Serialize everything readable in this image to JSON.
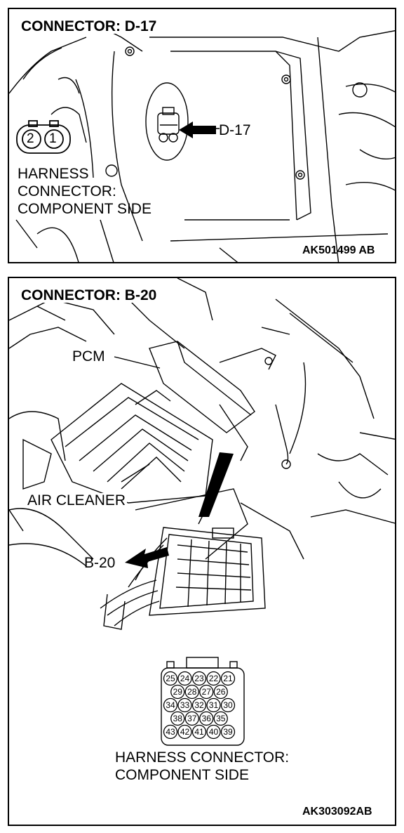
{
  "panel1": {
    "title": "CONNECTOR: D-17",
    "callout": "D-17",
    "pins": [
      "2",
      "1"
    ],
    "harness_lines": [
      "HARNESS",
      "CONNECTOR:",
      "COMPONENT SIDE"
    ],
    "code": "AK501499 AB"
  },
  "panel2": {
    "title": "CONNECTOR: B-20",
    "pcm": "PCM",
    "air_cleaner": "AIR CLEANER",
    "callout": "B-20",
    "pin_rows": [
      [
        "25",
        "24",
        "23",
        "22",
        "21"
      ],
      [
        "29",
        "28",
        "27",
        "26"
      ],
      [
        "34",
        "33",
        "32",
        "31",
        "30"
      ],
      [
        "38",
        "37",
        "36",
        "35"
      ],
      [
        "43",
        "42",
        "41",
        "40",
        "39"
      ]
    ],
    "harness_lines": [
      "HARNESS CONNECTOR:",
      "COMPONENT SIDE"
    ],
    "code": "AK303092AB"
  }
}
